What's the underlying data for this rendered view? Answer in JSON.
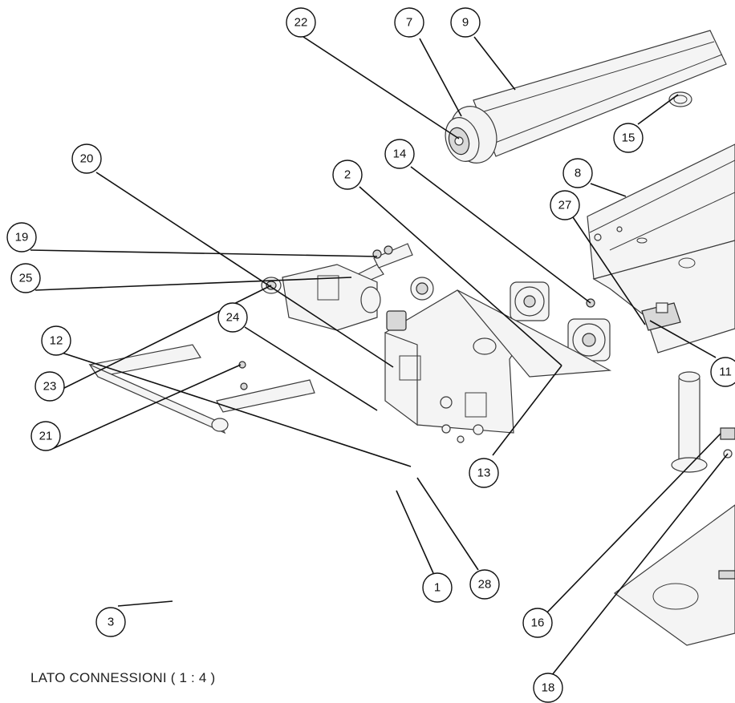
{
  "caption": "LATO CONNESSIONI ( 1 : 4 )",
  "callouts": [
    "22",
    "7",
    "9",
    "15",
    "20",
    "14",
    "2",
    "8",
    "27",
    "19",
    "25",
    "24",
    "12",
    "23",
    "21",
    "11",
    "13",
    "3",
    "1",
    "28",
    "16",
    "18"
  ]
}
